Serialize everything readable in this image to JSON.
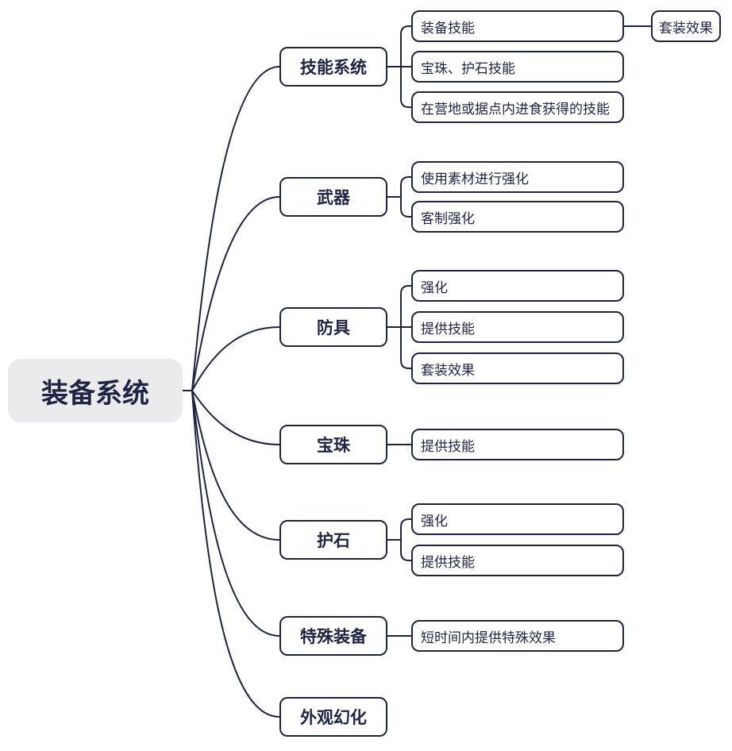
{
  "colors": {
    "ink": "#1f2444",
    "root_bg": "#ebebed",
    "node_bg": "#ffffff",
    "canvas_bg": "#ffffff"
  },
  "mindmap": {
    "root": {
      "label": "装备系统"
    },
    "branches": [
      {
        "label": "技能系统",
        "children": [
          {
            "label": "装备技能",
            "children": [
              {
                "label": "套装效果"
              }
            ]
          },
          {
            "label": "宝珠、护石技能"
          },
          {
            "label": "在营地或据点内进食获得的技能"
          }
        ]
      },
      {
        "label": "武器",
        "children": [
          {
            "label": "使用素材进行强化"
          },
          {
            "label": "客制强化"
          }
        ]
      },
      {
        "label": "防具",
        "children": [
          {
            "label": "强化"
          },
          {
            "label": "提供技能"
          },
          {
            "label": "套装效果"
          }
        ]
      },
      {
        "label": "宝珠",
        "children": [
          {
            "label": "提供技能"
          }
        ]
      },
      {
        "label": "护石",
        "children": [
          {
            "label": "强化"
          },
          {
            "label": "提供技能"
          }
        ]
      },
      {
        "label": "特殊装备",
        "children": [
          {
            "label": "短时间内提供特殊效果"
          }
        ]
      },
      {
        "label": "外观幻化",
        "children": []
      }
    ]
  }
}
